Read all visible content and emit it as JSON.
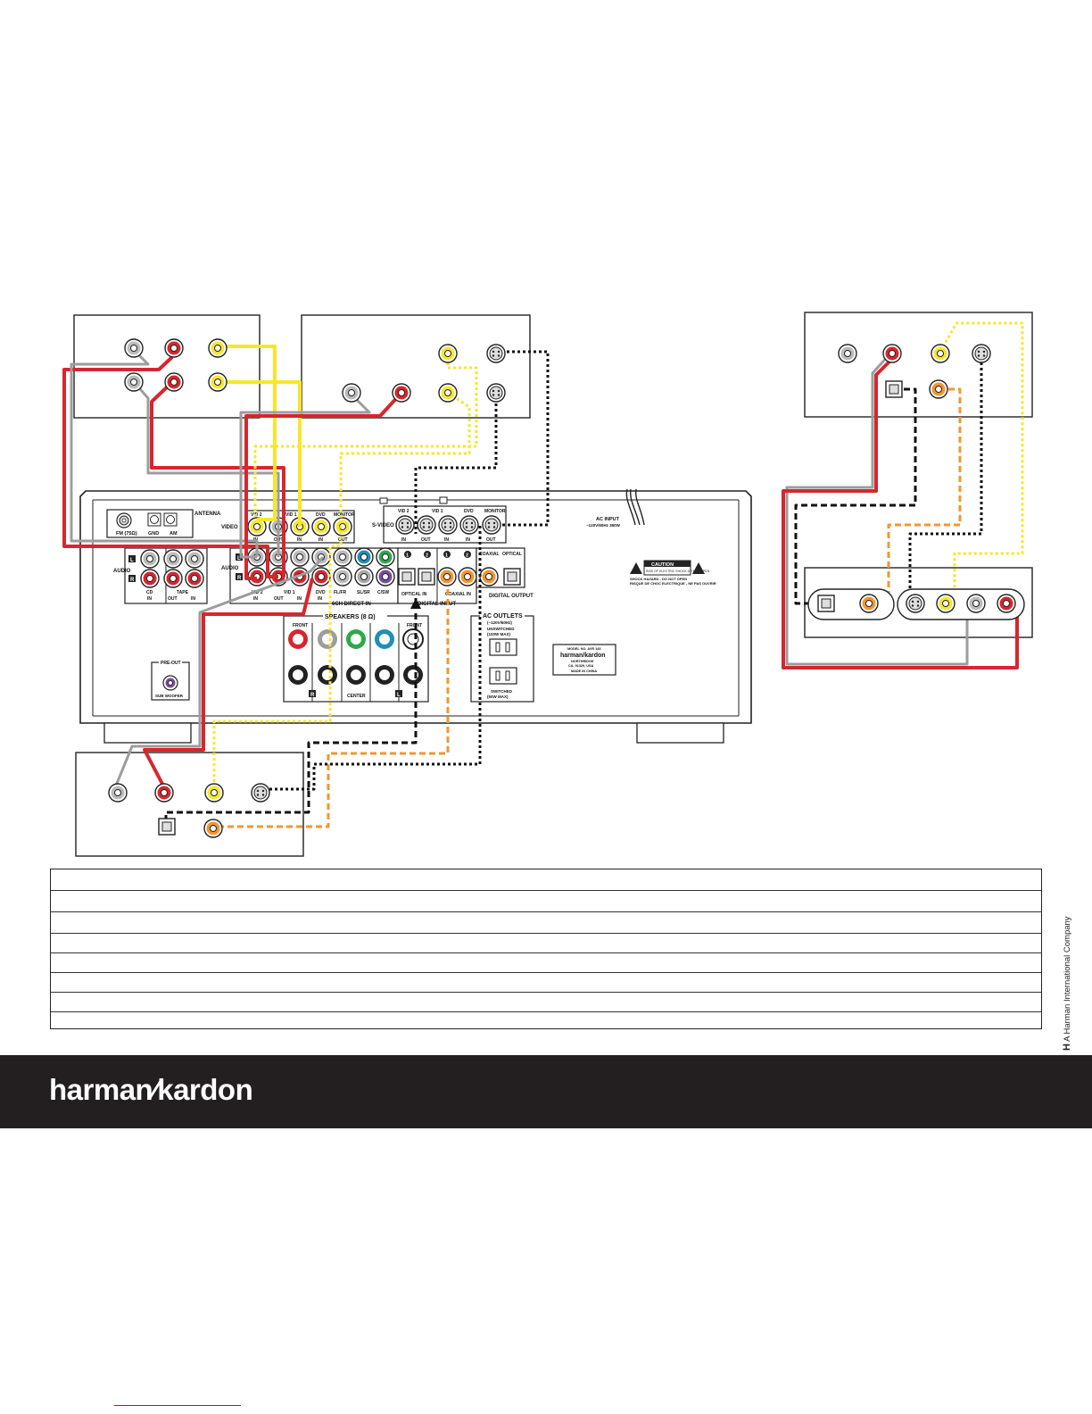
{
  "receiver": {
    "antenna": {
      "title": "ANTENNA",
      "fm": "FM (75Ω)",
      "gnd": "GND",
      "am": "AM"
    },
    "video": {
      "title": "VIDEO",
      "cols": [
        "VID 2",
        "VID 1",
        "DVD",
        "MONITOR"
      ],
      "ports": [
        "IN",
        "OUT",
        "IN",
        "IN",
        "OUT"
      ]
    },
    "svideo": {
      "title": "S-VIDEO",
      "cols": [
        "VID 2",
        "VID 1",
        "DVD",
        "MONITOR"
      ],
      "ports": [
        "IN",
        "OUT",
        "IN",
        "IN",
        "OUT"
      ]
    },
    "ac_input": {
      "title": "AC INPUT",
      "spec": "~120V/60Hz 360W"
    },
    "audio_left": {
      "title": "AUDIO",
      "l": "L",
      "r": "R",
      "cd": "CD",
      "tape": "TAPE",
      "in": "IN",
      "out": "OUT",
      "in2": "IN"
    },
    "audio_right": {
      "title": "AUDIO",
      "l": "L",
      "r": "R",
      "cols": [
        "VID 2",
        "VID 1",
        "DVD",
        "FL/FR",
        "SL/SR",
        "C/SW"
      ],
      "ports": [
        "IN",
        "OUT",
        "IN",
        "IN"
      ]
    },
    "sixch": "6CH DIRECT IN",
    "digital_input": {
      "title": "DIGITAL INPUT",
      "opt": "OPTICAL IN",
      "coax": "COAXIAL IN",
      "n1": "1",
      "n2": "2"
    },
    "digital_output": {
      "title": "DIGITAL OUTPUT",
      "coax": "COAXIAL",
      "opt": "OPTICAL"
    },
    "caution": {
      "title": "CAUTION",
      "sub": "RISK OF ELECTRIC SHOCK DO NOT OPEN",
      "line1": "SHOCK HAZARD - DO NOT OPEN",
      "line2": "RISQUE DE CHOC ELECTRIQUE - NE PAS OUVRIR"
    },
    "speakers": {
      "title": "SPEAKERS (8 Ω)",
      "front": "FRONT",
      "front2": "FRONT",
      "center": "CENTER",
      "r": "R",
      "l": "L"
    },
    "ac_outlets": {
      "title": "AC OUTLETS",
      "spec": "(~120V/60Hz)",
      "unswitched": "UNSWITCHED",
      "unsw_spec": "(100W MAX)",
      "switched": "SWITCHED",
      "sw_spec": "(50W MAX)"
    },
    "pre_out": {
      "title": "PRE-OUT",
      "sub": "SUB WOOFER"
    },
    "label_plate": {
      "model": "MODEL NO. AVR 145",
      "brand": "harman/kardon",
      "l1": "NORTHRIDGE",
      "l2": "CA, 91329, USA",
      "l3": "MADE IN CHINA"
    }
  },
  "footer": {
    "brand": "harman⁄kardon",
    "tagline_mark": "H",
    "tagline": "A Harman International Company"
  },
  "colors": {
    "red": "#d7262e",
    "yellow": "#f6e72a",
    "orange": "#f3962f",
    "black": "#111111",
    "gray": "#9d9d9d",
    "footer": "#231f20"
  }
}
